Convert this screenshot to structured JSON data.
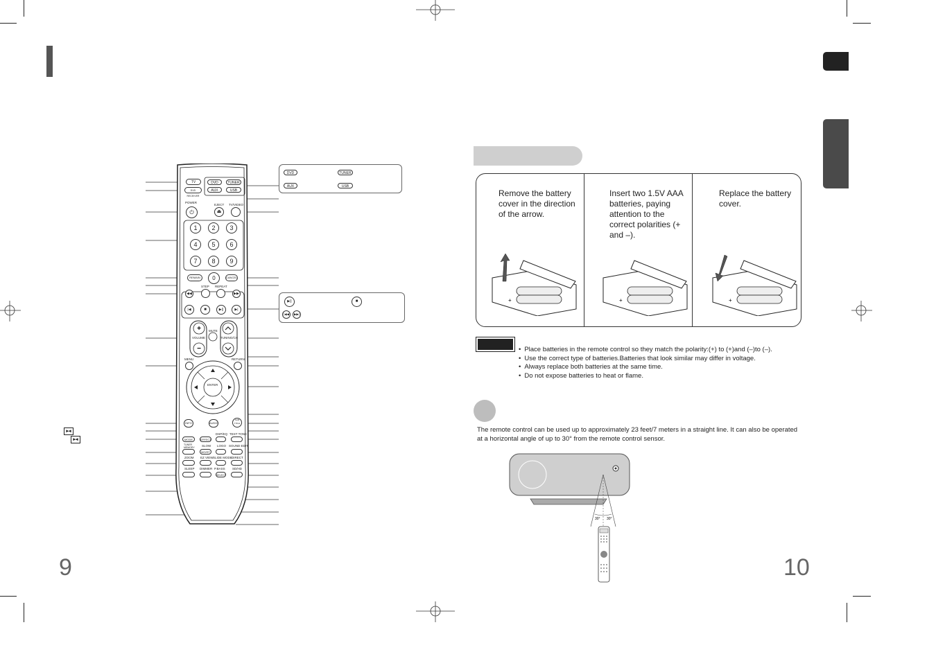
{
  "page_left_number": "9",
  "page_right_number": "10",
  "battery_steps": [
    {
      "text": "Remove the battery cover in the direction of the arrow."
    },
    {
      "text": "Insert two 1.5V AAA batteries, paying attention to the correct polarities (+ and –)."
    },
    {
      "text": "Replace the battery cover."
    }
  ],
  "notes": [
    "Place batteries in the remote control so they match the polarity:(+) to (+)and (–)to (–).",
    "Use the correct type of batteries.Batteries that look similar may differ in voltage.",
    "Always replace both batteries at the same time.",
    "Do not expose batteries to heat or flame."
  ],
  "range_text": "The remote control can be used up to approximately 23 feet/7 meters in a straight line. It can also be operated at a horizontal angle of up to 30° from the remote control sensor.",
  "function_box": {
    "dvd": "DVD",
    "tuner": "TUNER",
    "aux": "AUX",
    "usb": "USB"
  },
  "remote": {
    "tv": "TV",
    "dvd": "DVD",
    "tuner": "TUNER",
    "dvd_receiver": "DVD RECEIVER",
    "aux": "AUX",
    "usb": "USB",
    "power": "POWER",
    "eject": "EJECT",
    "tv_video": "TV/VIDEO",
    "numbers": [
      "1",
      "2",
      "3",
      "4",
      "5",
      "6",
      "7",
      "8",
      "9"
    ],
    "zero": "0",
    "remain": "REMAIN",
    "cancel": "CANCEL",
    "step": "STEP",
    "repeat": "REPEAT",
    "volume": "VOLUME",
    "mute": "MUTE",
    "tuning_ch": "TUNING/CH",
    "menu": "MENU",
    "return": "RETURN",
    "enter": "ENTER",
    "info": "INFO",
    "audio": "AUDIO",
    "sub_title": "SUB TITLE",
    "mode": "MODE",
    "effect": "EFFECT",
    "dsp_eq": "DSP/EQ",
    "test_tone": "TEST TONE",
    "tuner_memory": "TUNER MEMORY",
    "slow": "SLOW",
    "logo": "LOGO",
    "sound_edit": "SOUND EDIT",
    "mo_st": "MO/ST",
    "zoom": "ZOOM",
    "ez_view": "EZ VIEW",
    "slide_mode": "SLIDE MODE",
    "direct": "DIRECT",
    "sleep": "SLEEP",
    "dimmer": "DIMMER",
    "p_bass": "P.BASS",
    "sd_hd": "SD/HD",
    "select": "SELECT"
  },
  "angle_labels": [
    "30°",
    "30°"
  ],
  "colors": {
    "dark_tab": "#222222",
    "gray_tab": "#4a4a4a",
    "section_bar": "#cfcfcf",
    "circle": "#bdbdbd",
    "title_bar": "#555555"
  }
}
